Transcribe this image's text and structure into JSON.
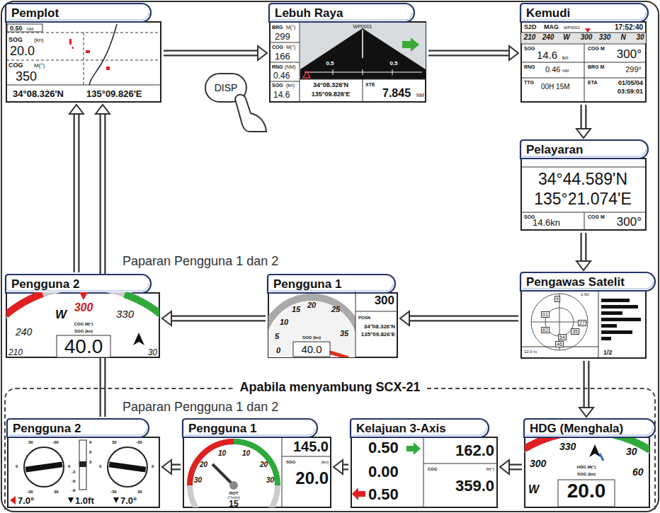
{
  "diagram": {
    "nodes": [
      {
        "text": [
          "Pemplot"
        ]
      },
      {
        "text": [
          "Lebuh Raya"
        ]
      },
      {
        "text": [
          "Kemudi"
        ]
      },
      {
        "text": [
          "Pelayaran"
        ]
      },
      {
        "text": [
          "Pengawas Satelit"
        ]
      },
      {
        "text": [
          "Pengguna 1"
        ]
      },
      {
        "text": [
          "Pengguna 2"
        ]
      },
      {
        "text": [
          "Apabila menyambung SCX-21"
        ]
      },
      {
        "text": [
          "HDG (Menghala)"
        ],
        "in": 7
      },
      {
        "text": [
          "Kelajuan 3-Axis"
        ],
        "in": 7
      },
      {
        "text": [
          "Pengguna 1"
        ],
        "in": 7
      },
      {
        "text": [
          "Pengguna 2"
        ],
        "in": 7
      }
    ],
    "edges": [
      {
        "from": 0,
        "to": 1,
        "arrow": "to"
      },
      {
        "from": 1,
        "to": 2,
        "arrow": "to"
      },
      {
        "from": 2,
        "to": 3,
        "arrow": "to"
      },
      {
        "from": 3,
        "to": 4,
        "arrow": "to"
      },
      {
        "from": 4,
        "to": 5,
        "arrow": "to"
      },
      {
        "from": 5,
        "to": 6,
        "arrow": "to"
      },
      {
        "from": 6,
        "to": 0,
        "arrow": "to"
      },
      {
        "from": 4,
        "to": 8,
        "arrow": "to"
      },
      {
        "from": 8,
        "to": 9,
        "arrow": "to"
      },
      {
        "from": 9,
        "to": 10,
        "arrow": "to"
      },
      {
        "from": 10,
        "to": 11,
        "arrow": "to"
      },
      {
        "from": 11,
        "to": 0,
        "arrow": "to"
      }
    ],
    "labels": [
      "0.50",
      "NM",
      "SOG",
      "(kn)",
      "20.0",
      "COG",
      "M(°)",
      "350",
      "34°08.326'N",
      "135°09.826'E",
      "BRG",
      "M(°)",
      "299",
      "COG",
      "M(°)",
      "166",
      "RNG",
      "(NM)",
      "0.46",
      "SOG",
      "(kn)",
      "14.6",
      "WP0001",
      "0.5",
      "0.5",
      "34°08.326'N",
      "135°09.826'E",
      "XTE",
      "7.845",
      "NM",
      "S2D",
      "MAG",
      "WP0001",
      "17:52:40",
      "210",
      "240",
      "W",
      "300",
      "330",
      "N",
      "30",
      "SOG",
      "14.6",
      "kn",
      "COG M",
      "300°",
      "RNG",
      "0.46",
      "NM",
      "BRG M",
      "299°",
      "TTG",
      "00H 15M",
      "ETA",
      "01/05/04",
      "03:59:01",
      "34°44.589'N",
      "135°21.074'E",
      "SOG",
      "14.6kn",
      "COG M",
      "300°",
      "1.60",
      "9",
      "01",
      "27",
      "62",
      "54",
      "35",
      "46",
      "12.0 m",
      "1/2",
      "15",
      "20",
      "25",
      "10",
      "5",
      "35",
      "0",
      "SOG (kn)",
      "40.0",
      "300",
      "POSN",
      "34°08.326'N",
      "135°09.826'E",
      "W",
      "300",
      "330",
      "240",
      "210",
      "30",
      "COG M(°)",
      "SOG (kn)",
      "40.0",
      "Paparan Pengguna 1 dan 2",
      "DISP",
      "Paparan Pengguna 1 dan 2",
      "30",
      "-30",
      "0",
      "0",
      "-30",
      "30",
      "9",
      "6",
      "3",
      "-3",
      "-6",
      "-9",
      "30",
      "-30",
      "0",
      "0",
      "-30",
      "30",
      "7.0°",
      "1.0ft",
      "7.0°",
      "10",
      "10",
      "20",
      "20",
      "30",
      "30",
      "ROT",
      "(°/min)",
      "15",
      "145.0",
      "SOG",
      "(kn)",
      "20.0",
      "0.50",
      "162.0",
      "0.00",
      "COG",
      "M(°)",
      "0.50",
      "359.0",
      "330",
      "30",
      "300",
      "60",
      "W",
      "HDG M(°)",
      "SOG (kn)",
      "20.0"
    ]
  }
}
